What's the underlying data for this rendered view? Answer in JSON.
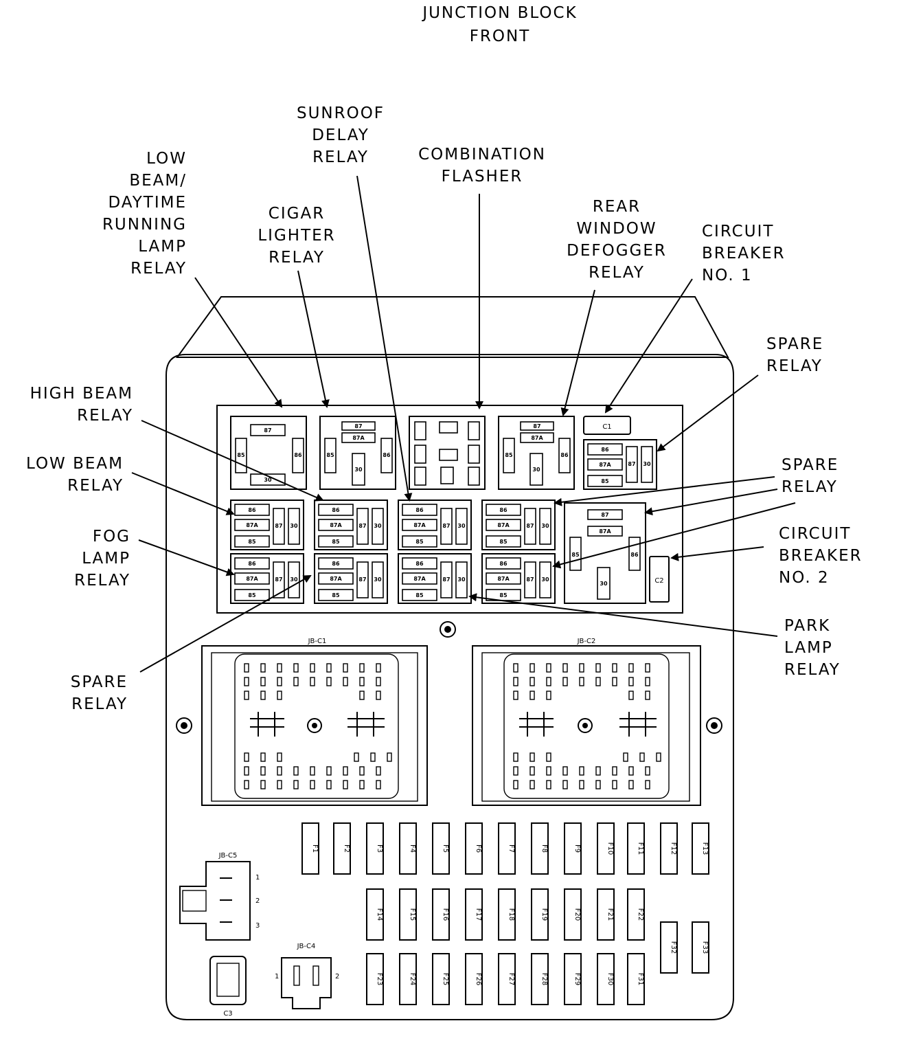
{
  "title": [
    "JUNCTION BLOCK",
    "FRONT"
  ],
  "callouts": {
    "low_beam_drl": [
      "LOW",
      "BEAM/",
      "DAYTIME",
      "RUNNING",
      "LAMP",
      "RELAY"
    ],
    "cigar_lighter": [
      "CIGAR",
      "LIGHTER",
      "RELAY"
    ],
    "sunroof_delay": [
      "SUNROOF",
      "DELAY",
      "RELAY"
    ],
    "combination_flasher": [
      "COMBINATION",
      "FLASHER"
    ],
    "rear_window_defogger": [
      "REAR",
      "WINDOW",
      "DEFOGGER",
      "RELAY"
    ],
    "circuit_breaker_1": [
      "CIRCUIT",
      "BREAKER",
      "NO. 1"
    ],
    "spare_relay_top": [
      "SPARE",
      "RELAY"
    ],
    "high_beam": [
      "HIGH BEAM",
      "RELAY"
    ],
    "low_beam": [
      "LOW BEAM",
      "RELAY"
    ],
    "fog_lamp": [
      "FOG",
      "LAMP",
      "RELAY"
    ],
    "spare_relay_right": [
      "SPARE",
      "RELAY"
    ],
    "circuit_breaker_2": [
      "CIRCUIT",
      "BREAKER",
      "NO. 2"
    ],
    "park_lamp": [
      "PARK",
      "LAMP",
      "RELAY"
    ],
    "spare_relay_bottom": [
      "SPARE",
      "RELAY"
    ]
  },
  "connectors": {
    "c1": "JB-C1",
    "c2": "JB-C2",
    "c3": "C3",
    "c4": "JB-C4",
    "c5": "JB-C5"
  },
  "terminals": {
    "t86": "86",
    "t85": "85",
    "t87": "87",
    "t87a": "87A",
    "t30": "30",
    "c1": "C1",
    "c2": "C2"
  },
  "fuses": {
    "row1": [
      "F1",
      "F2",
      "F3",
      "F4",
      "F5",
      "F6",
      "F7",
      "F8",
      "F9",
      "F10",
      "F11",
      "F12",
      "F13"
    ],
    "row2": [
      "F14",
      "F15",
      "F16",
      "F17",
      "F18",
      "F19",
      "F20",
      "F21",
      "F22"
    ],
    "row3": [
      "F23",
      "F24",
      "F25",
      "F26",
      "F27",
      "F28",
      "F29",
      "F30",
      "F31"
    ],
    "extra": [
      "F32",
      "F33"
    ]
  }
}
